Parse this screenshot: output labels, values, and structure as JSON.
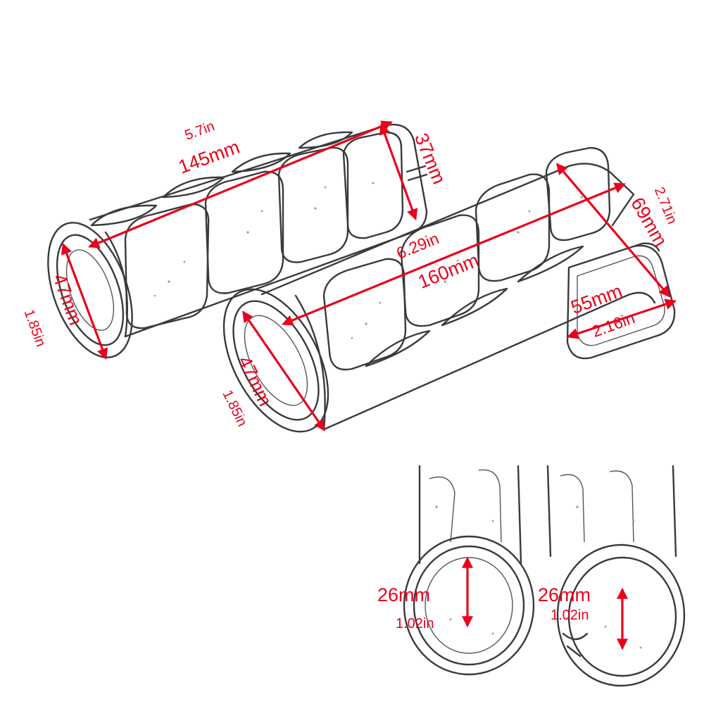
{
  "labels": {
    "top_length_in": "5.7in",
    "top_length_mm": "145mm",
    "top_end_mm": "37mm",
    "top_dia_mm": "47mm",
    "top_dia_in": "1.85in",
    "bottom_length_in": "6.29in",
    "bottom_length_mm": "160mm",
    "bottom_end_in": "2.71in",
    "bottom_end_mm": "69mm",
    "throttle_mm": "55mm",
    "throttle_in": "2.16in",
    "bottom_dia_mm": "47mm",
    "bottom_dia_in": "1.85in",
    "inner_left_mm": "26mm",
    "inner_left_in": "1.02in",
    "inner_right_mm": "26mm",
    "inner_right_in": "1.02in"
  },
  "colors": {
    "dimension": "#e8001c",
    "outline": "#3a3a3a"
  }
}
